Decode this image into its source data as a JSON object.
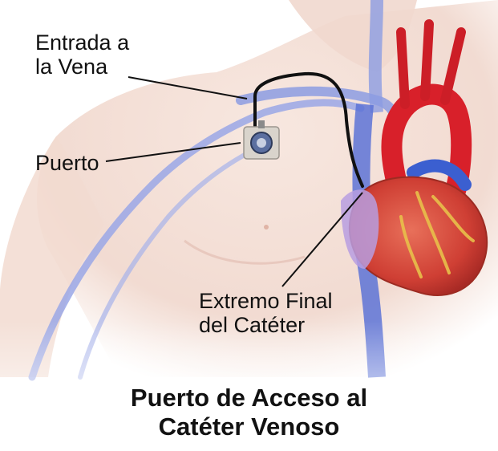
{
  "labels": {
    "entrada_line1": "Entrada a",
    "entrada_line2": "la Vena",
    "puerto": "Puerto",
    "extremo_line1": "Extremo Final",
    "extremo_line2": "del Catéter"
  },
  "title": {
    "line1": "Puerto de Acceso al",
    "line2": "Catéter Venoso"
  },
  "colors": {
    "skin": "#f3dcd2",
    "vein": "#8f9fe0",
    "artery": "#d8202a",
    "heart": "#d84a3c",
    "catheter": "#111111"
  }
}
